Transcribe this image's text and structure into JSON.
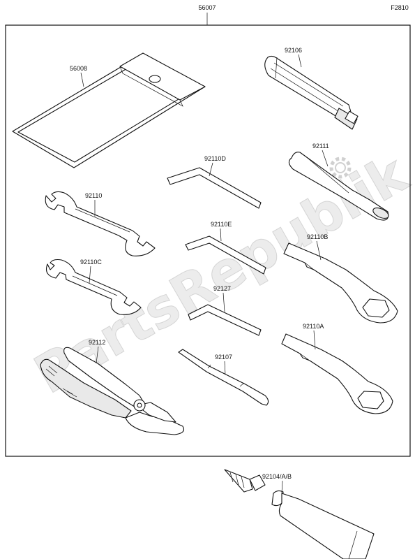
{
  "figure_code": "F2810",
  "watermark": "PartsRepublik",
  "parts": {
    "kit": "56007",
    "pouch": "56008",
    "screwdriver_grip": "92106",
    "hex_key_d": "92110D",
    "extension": "92111",
    "wrench": "92110",
    "hex_key_e": "92110E",
    "box_wrench_b": "92110B",
    "wrench_c": "92110C",
    "hex_key": "92127",
    "pliers": "92112",
    "screwdriver": "92107",
    "box_wrench_a": "92110A",
    "repair_kit": "92104/A/B"
  }
}
